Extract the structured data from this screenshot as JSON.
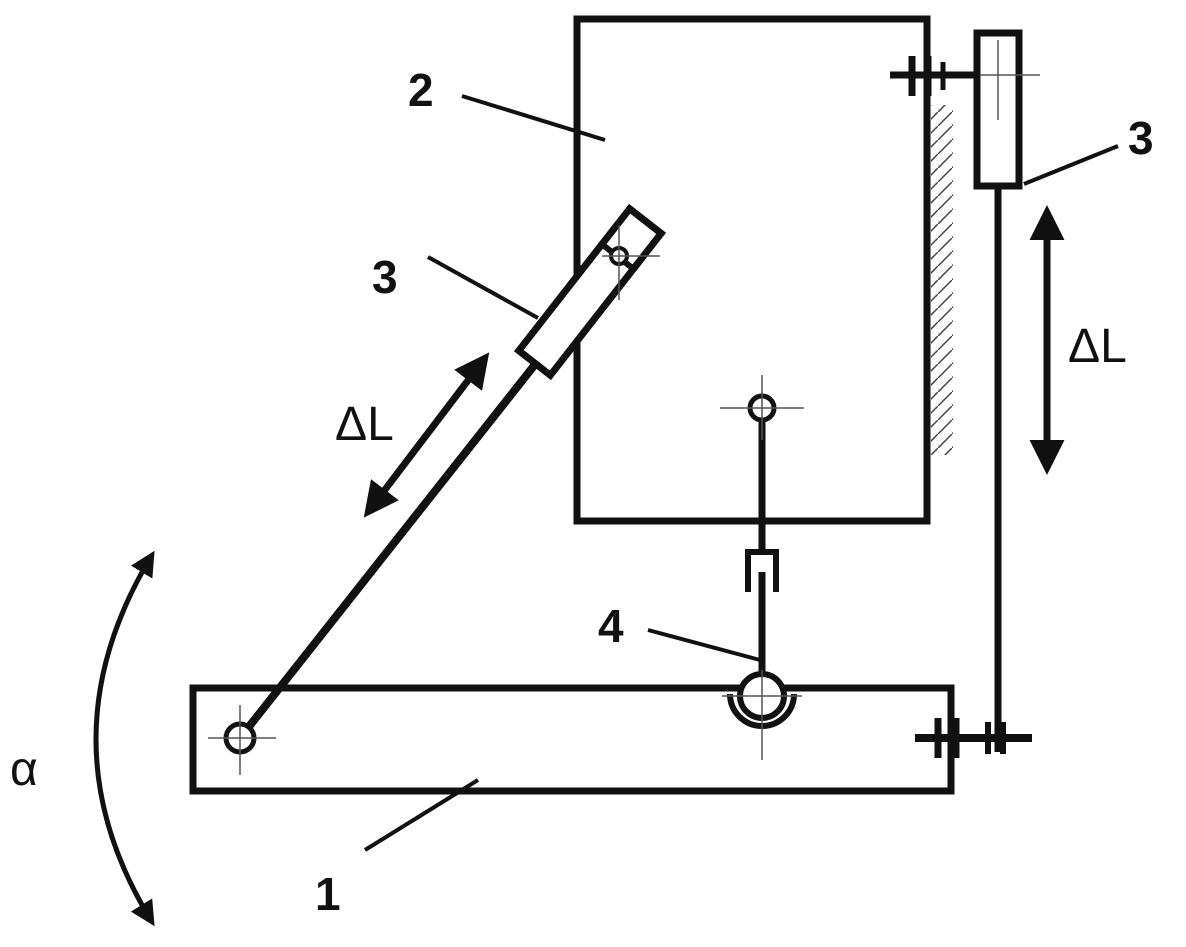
{
  "colors": {
    "line": "#111111",
    "centerline": "#555555",
    "background": "#ffffff"
  },
  "labels": {
    "base_beam": "1",
    "platform": "2",
    "actuator_diagonal": "3",
    "actuator_vertical": "3",
    "support_rod": "4"
  },
  "symbols": {
    "delta_l_diagonal": "ΔL",
    "delta_l_vertical": "ΔL",
    "alpha": "α"
  }
}
